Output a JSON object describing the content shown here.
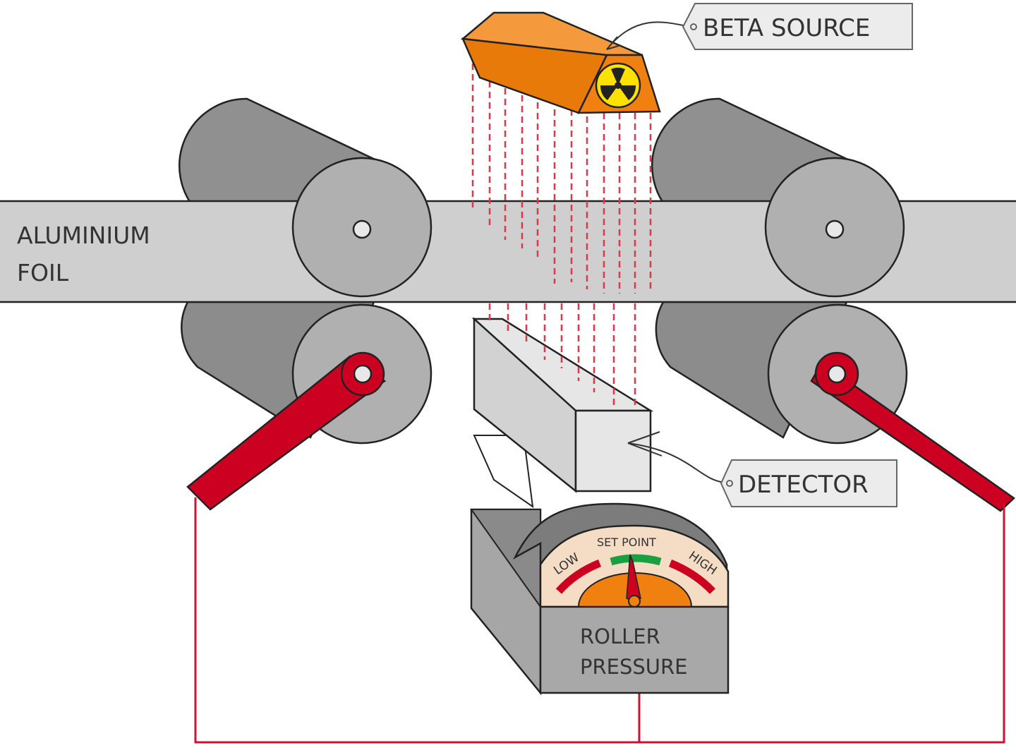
{
  "labels": {
    "beta_source": "BETA  SOURCE",
    "foil_line1": "ALUMINIUM",
    "foil_line2": "FOIL",
    "detector": "DETECTOR",
    "gauge_low": "LOW",
    "gauge_set_point": "SET  POINT",
    "gauge_high": "HIGH",
    "gauge_line1": "ROLLER",
    "gauge_line2": "PRESSURE"
  },
  "icons": {
    "source_symbol": "radiation-trefoil-icon"
  },
  "colors": {
    "source_orange": "#f08010",
    "beta_rays": "#e0384a",
    "lever_red": "#cc0020",
    "wire_red": "#d01030",
    "foil_grey": "#cfcfcf",
    "roller_grey": "#a8a8a8",
    "gauge_green": "#1aa040"
  }
}
